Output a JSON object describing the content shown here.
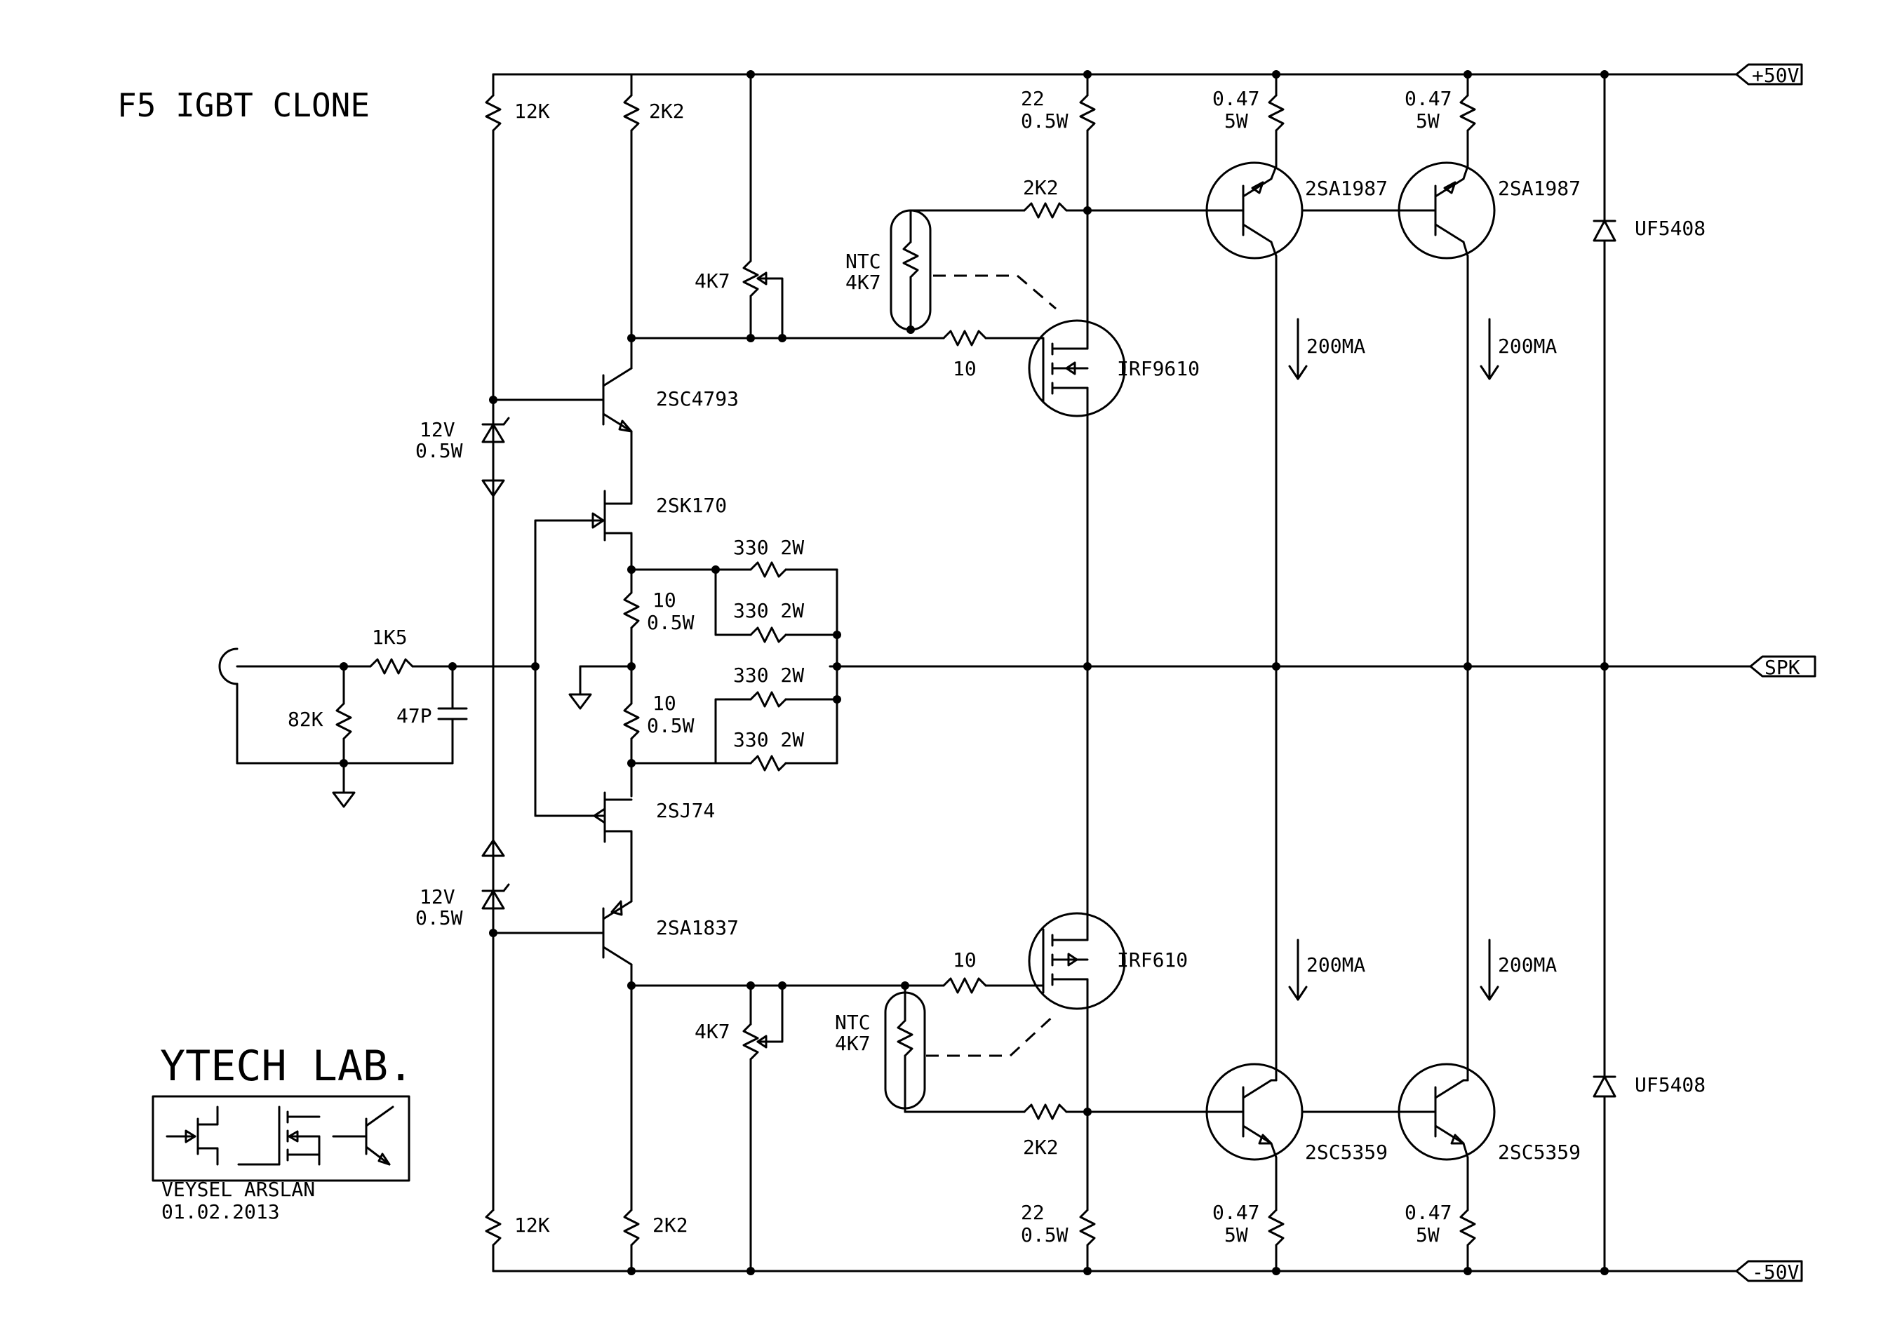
{
  "title": "F5  IGBT CLONE",
  "rails": {
    "positive": "+50V",
    "negative": "-50V",
    "output": "SPK"
  },
  "logo": {
    "name": "YTECH LAB.",
    "author": "VEYSEL ARSLAN",
    "date": "01.02.2013"
  },
  "labels": {
    "r12k_top": "12K",
    "r2k2_top": "2K2",
    "r22_top_a": "22",
    "r22_top_b": "0.5W",
    "r047_a1": "0.47",
    "r047_b1": "5W",
    "r047_a2": "0.47",
    "r047_b2": "5W",
    "q2sa1987_1": "2SA1987",
    "q2sa1987_2": "2SA1987",
    "d_uf5408_top": "UF5408",
    "r2k2_ntc_top": "2K2",
    "ntc_top_a": "NTC",
    "ntc_top_b": "4K7",
    "pot_top": "4K7",
    "r10_gate_top": "10",
    "irf9610": "IRF9610",
    "i200_1": "200MA",
    "i200_2": "200MA",
    "q2sc4793": "2SC4793",
    "z12v_top_a": "12V",
    "z12v_top_b": "0.5W",
    "q2sk170": "2SK170",
    "r330_1": "330  2W",
    "r330_2": "330  2W",
    "r10_src_top_a": "10",
    "r10_src_top_b": "0.5W",
    "r1k5": "1K5",
    "r82k": "82K",
    "c47p": "47P",
    "r330_3": "330  2W",
    "r330_4": "330  2W",
    "r10_src_bot_a": "10",
    "r10_src_bot_b": "0.5W",
    "q2sj74": "2SJ74",
    "z12v_bot_a": "12V",
    "z12v_bot_b": "0.5W",
    "q2sa1837": "2SA1837",
    "irf610": "IRF610",
    "r10_gate_bot": "10",
    "i200_3": "200MA",
    "i200_4": "200MA",
    "pot_bot": "4K7",
    "ntc_bot_a": "NTC",
    "ntc_bot_b": "4K7",
    "d_uf5408_bot": "UF5408",
    "r2k2_ntc_bot": "2K2",
    "q2sc5359_1": "2SC5359",
    "q2sc5359_2": "2SC5359",
    "r22_bot_a": "22",
    "r22_bot_b": "0.5W",
    "r047_a3": "0.47",
    "r047_b3": "5W",
    "r047_a4": "0.47",
    "r047_b4": "5W",
    "r12k_bot": "12K",
    "r2k2_bot": "2K2"
  }
}
